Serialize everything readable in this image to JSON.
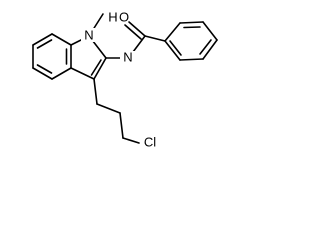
{
  "molecule": {
    "atoms": {
      "oxygen": "O",
      "hydrogen": "H",
      "indole_nitrogen": "N",
      "amide_nitrogen": "N",
      "chlorine": "Cl"
    }
  },
  "colors": {
    "bond": "#000000",
    "text": "#000000",
    "background": "#ffffff"
  }
}
